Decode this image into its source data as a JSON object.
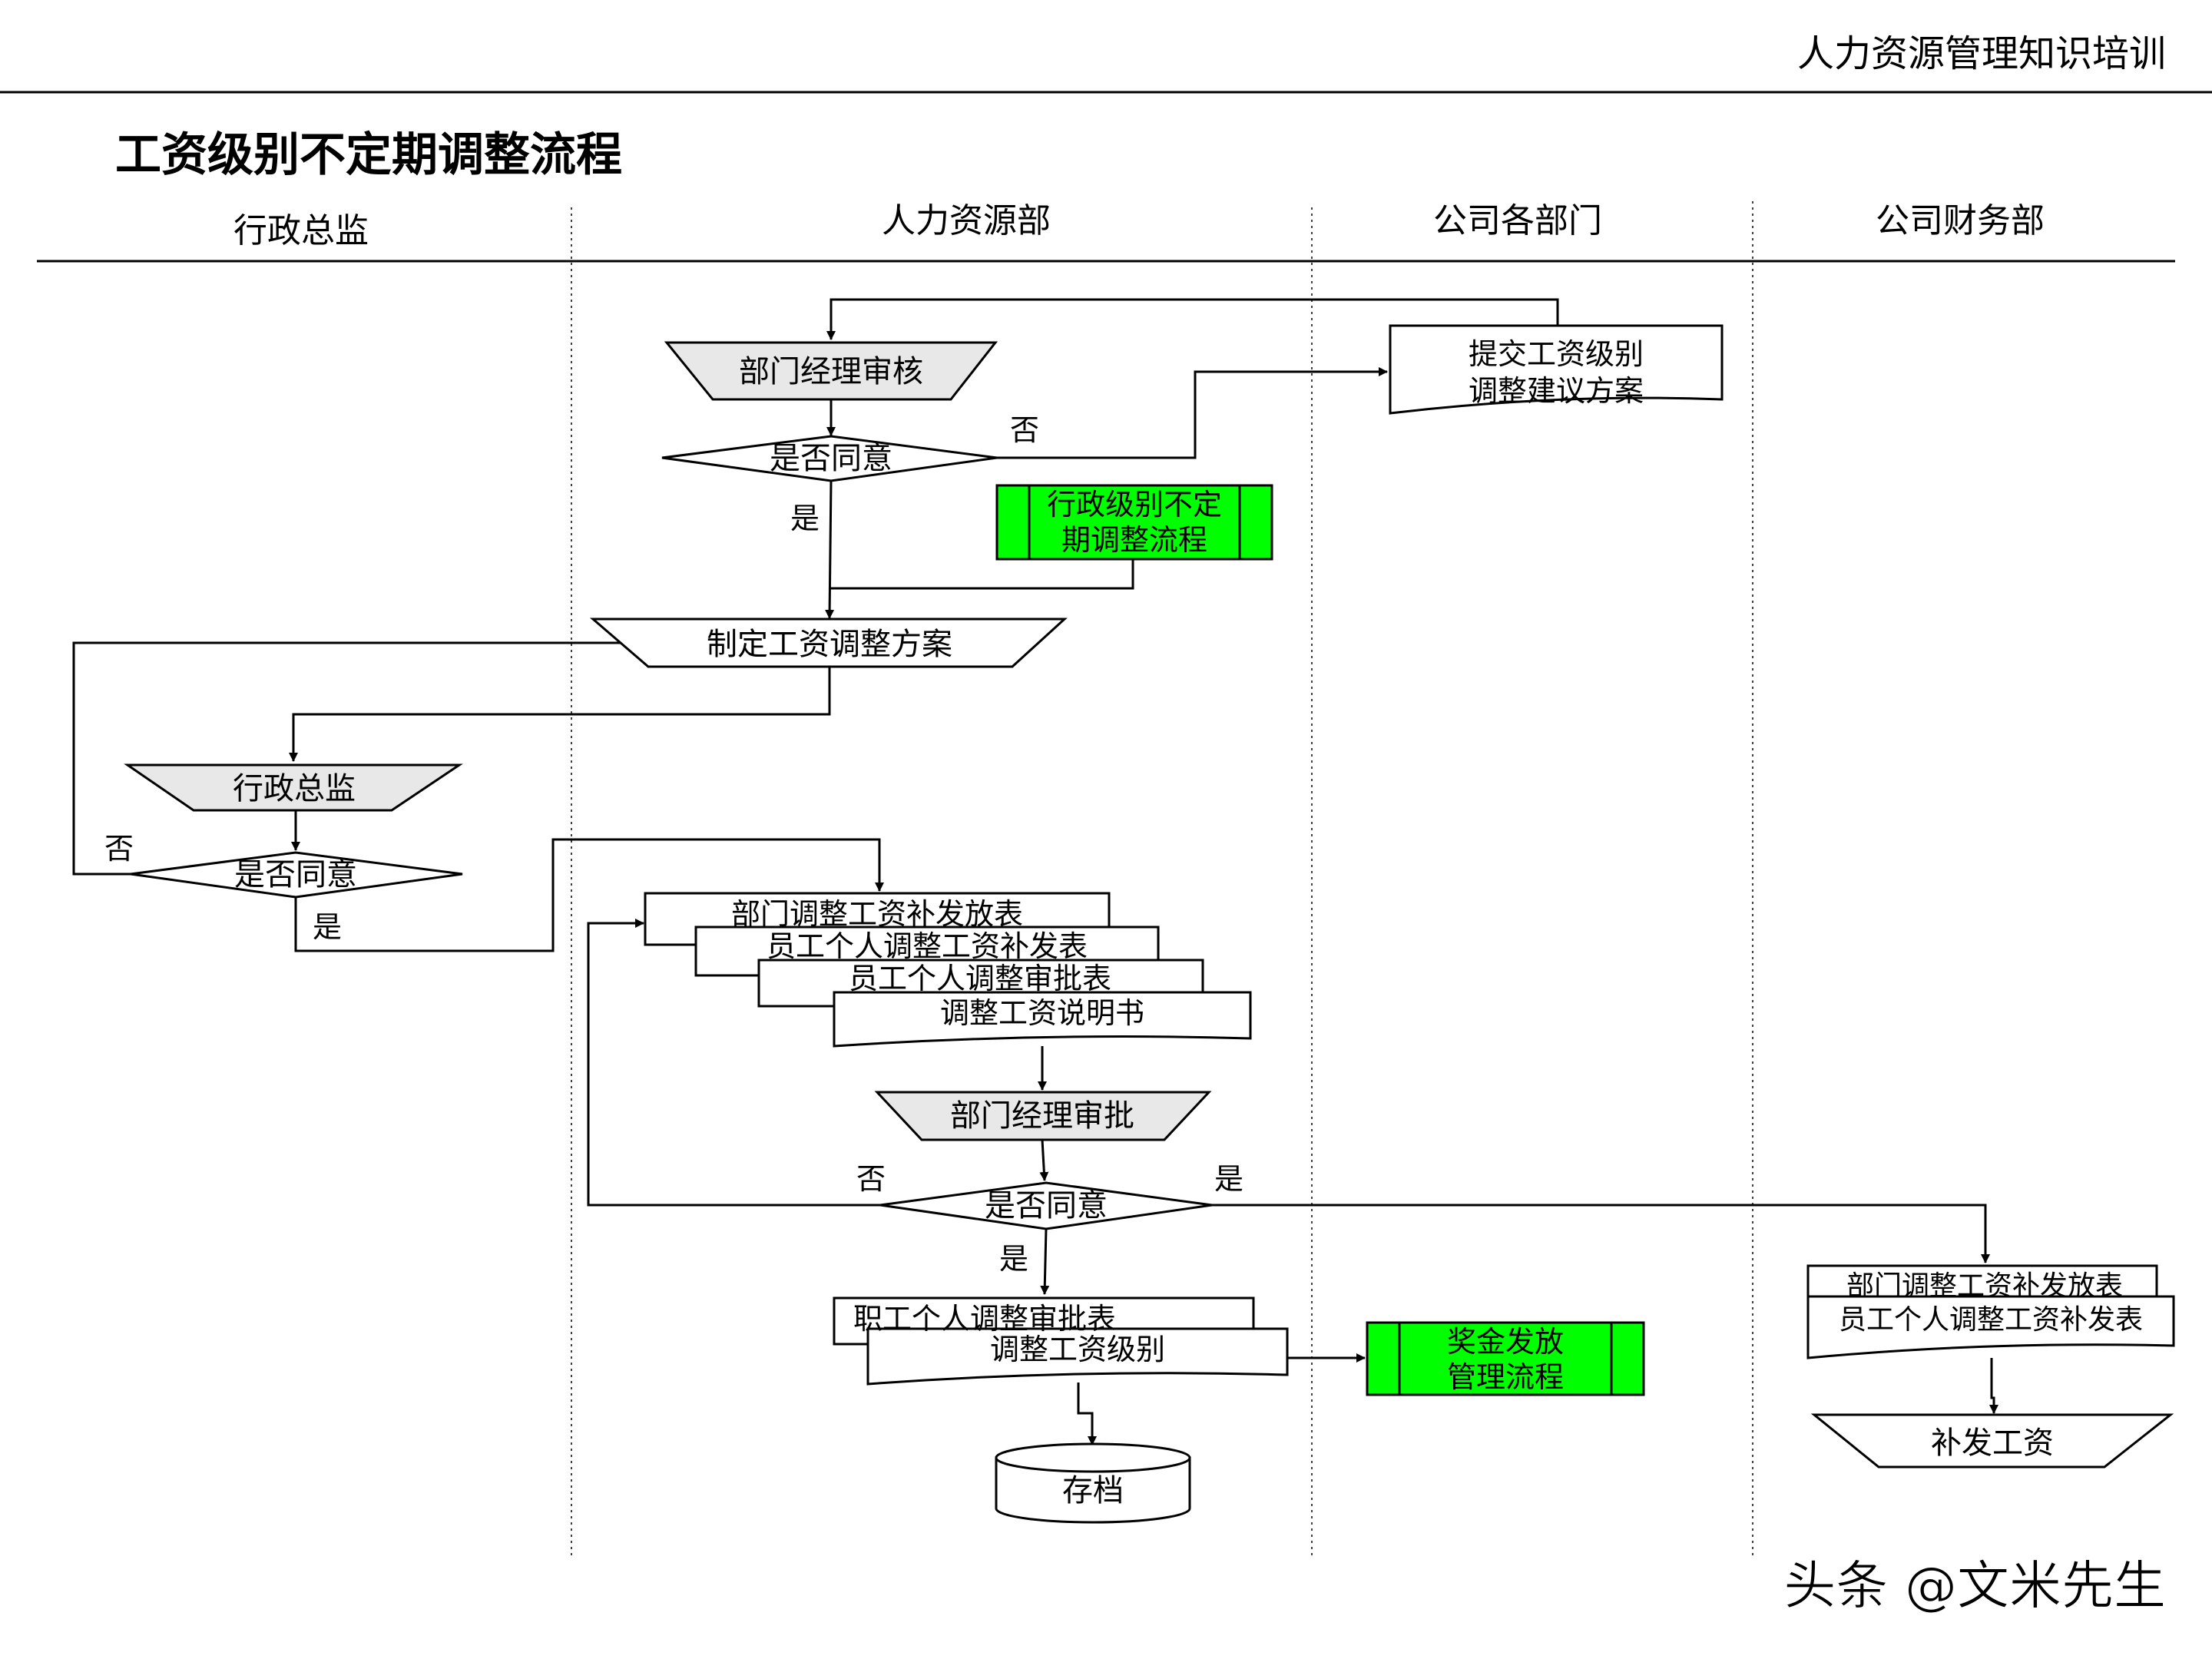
{
  "header": {
    "course_title": "人力资源管理知识培训"
  },
  "page_title": "工资级别不定期调整流程",
  "lanes": [
    "行政总监",
    "人力资源部",
    "公司各部门",
    "公司财务部"
  ],
  "nodes": {
    "submit_proposal": [
      "提交工资级别",
      "调整建议方案"
    ],
    "mgr_review": "部门经理审核",
    "agree_1": "是否同意",
    "admin_flow": [
      "行政级别不定",
      "期调整流程"
    ],
    "make_plan": "制定工资调整方案",
    "admin_director": "行政总监",
    "agree_2": "是否同意",
    "doc_stack": [
      "部门调整工资补发放表",
      "员工个人调整工资补发表",
      "员工个人调整审批表",
      "调整工资说明书"
    ],
    "mgr_approve": "部门经理审批",
    "agree_3": "是否同意",
    "result_stack": [
      "职工个人调整审批表",
      "调整工资级别"
    ],
    "bonus_flow": [
      "奖金发放",
      "管理流程"
    ],
    "archive": "存档",
    "finance_stack": [
      "部门调整工资补发放表",
      "员工个人调整工资补发表"
    ],
    "back_pay": "补发工资"
  },
  "edge_labels": {
    "agree_1_no": "否",
    "agree_1_yes": "是",
    "agree_2_no": "否",
    "agree_2_yes": "是",
    "agree_3_no": "否",
    "agree_3_yes_right": "是",
    "agree_3_yes_down": "是"
  },
  "watermark": "头条 @文米先生",
  "colors": {
    "manual_op_fill": "#e8e8e8",
    "subprocess_fill": "#00ff00",
    "line": "#000000"
  }
}
